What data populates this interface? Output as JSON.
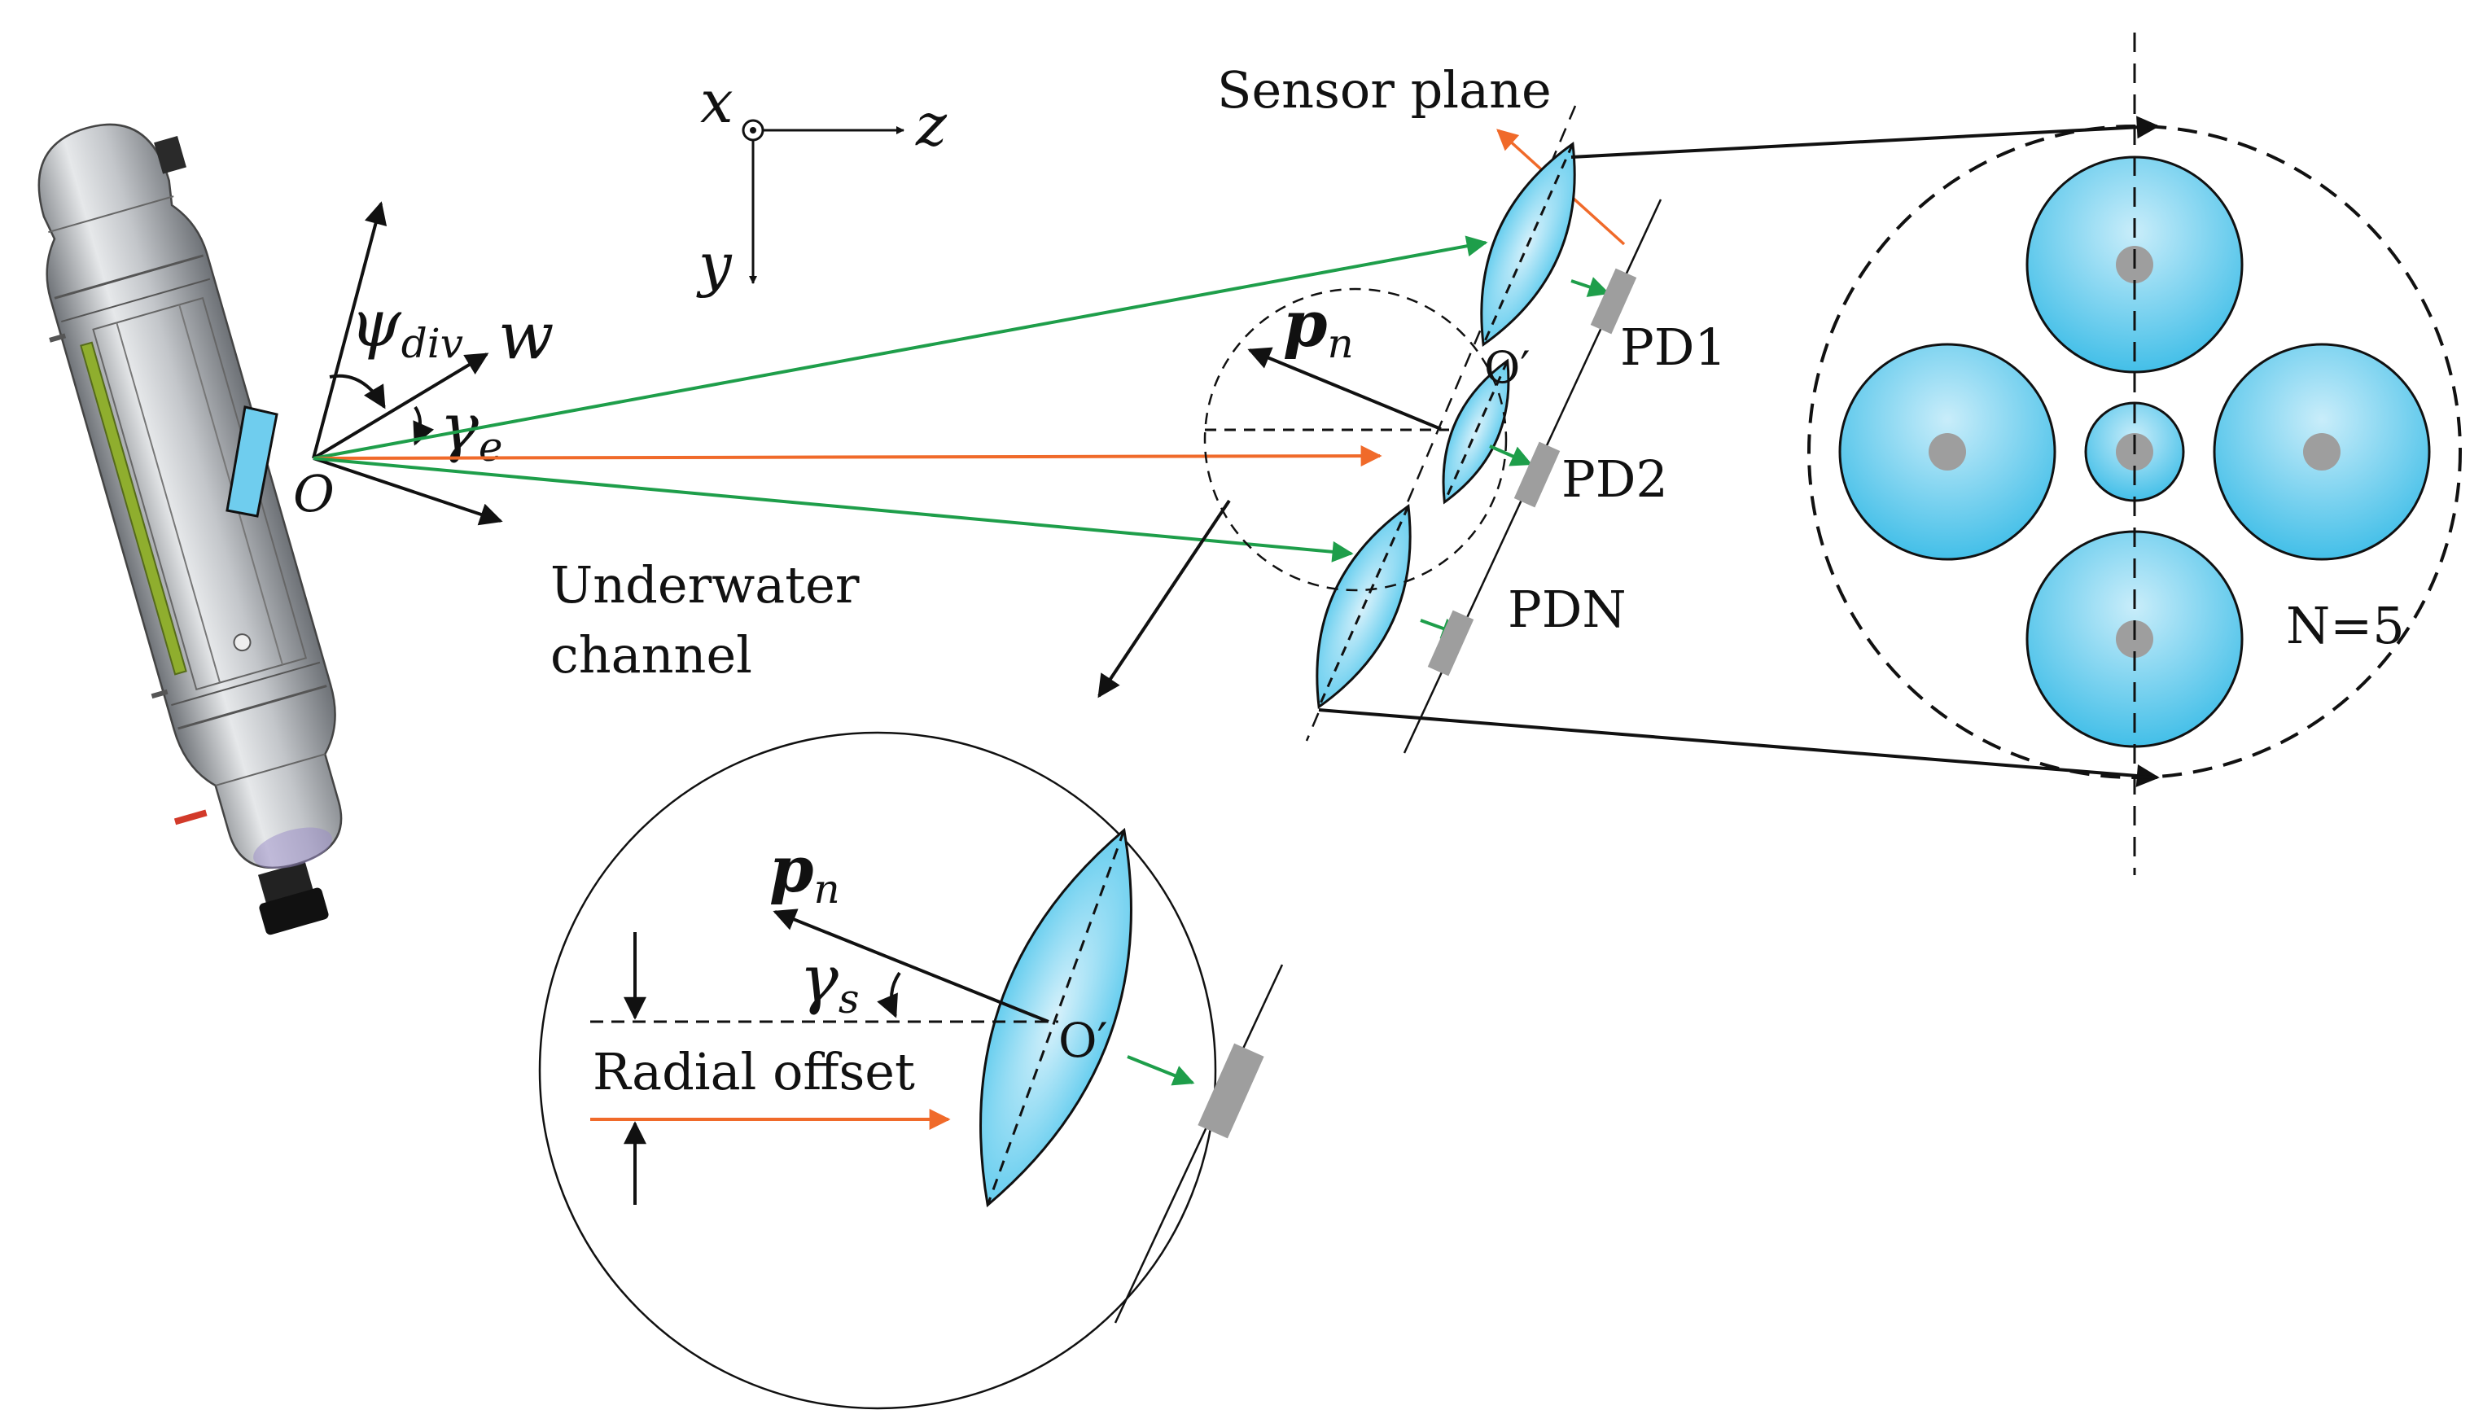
{
  "labels": {
    "x_axis": "x",
    "z_axis": "z",
    "y_axis": "y",
    "sensor_plane": "Sensor plane",
    "pd1": "PD1",
    "pd2": "PD2",
    "pdn": "PDN",
    "origin": "O",
    "origin_prime": "O′",
    "origin_prime_zoom": "O′",
    "psi": "ψ",
    "psi_sub": "div",
    "w": "w",
    "gamma_e": "γ",
    "gamma_e_sub": "e",
    "p": "p",
    "p_sub": "n",
    "p_zoom": "p",
    "p_zoom_sub": "n",
    "gamma_s": "γ",
    "gamma_s_sub": "s",
    "underwater_line1": "Underwater",
    "underwater_line2": "channel",
    "radial_offset": "Radial offset",
    "n_count": "N=5"
  },
  "colors": {
    "lens_fill": "#4fc6ec",
    "lens_light": "#cdeefa",
    "detector": "#9e9e9e",
    "green_ray": "#1e9e4a",
    "orange_ray": "#f06a2a",
    "ink": "#111111",
    "auv_body": "#b5b8bd",
    "auv_stripe": "#8fae2e"
  },
  "icons": {
    "vehicle": "auv-icon",
    "photodiode": "photodiode-icon"
  }
}
